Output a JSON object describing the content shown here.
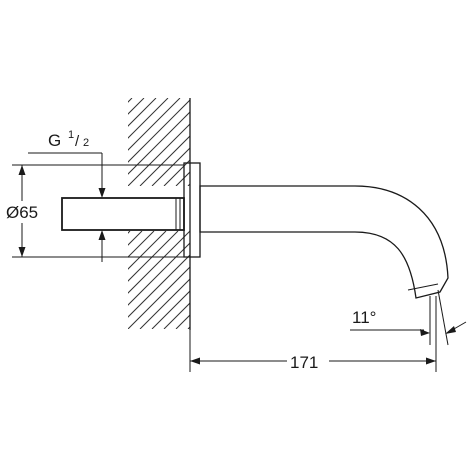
{
  "thread_label": {
    "prefix": "G",
    "numerator": "1",
    "denominator": "2"
  },
  "diameter_label": "Ø65",
  "projection_dimension": "171",
  "angle_dimension": "11°"
}
